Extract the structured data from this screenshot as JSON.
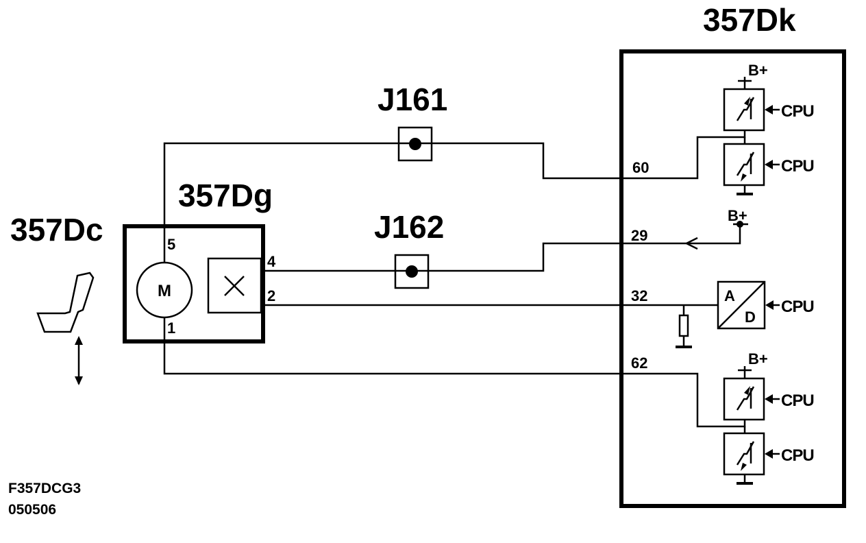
{
  "components": {
    "seat_label": "357Dc",
    "motor_unit_label": "357Dg",
    "ecu_label": "357Dk",
    "motor_symbol": "M"
  },
  "connectors": {
    "j161": "J161",
    "j162": "J162"
  },
  "motor_pins": {
    "p5": "5",
    "p4": "4",
    "p2": "2",
    "p1": "1"
  },
  "ecu_pins": {
    "p60": "60",
    "p29": "29",
    "p32": "32",
    "p62": "62"
  },
  "ecu_internal": {
    "bplus": "B+",
    "cpu": "CPU",
    "adc_a": "A",
    "adc_d": "D"
  },
  "footer": {
    "code": "F357DCG3",
    "date": "050506"
  },
  "icons": [
    "seat-icon",
    "motor-icon",
    "position-sensor-icon",
    "connector-icon",
    "transistor-icon",
    "ground-icon",
    "resistor-icon",
    "adc-icon",
    "arrow-icon"
  ]
}
